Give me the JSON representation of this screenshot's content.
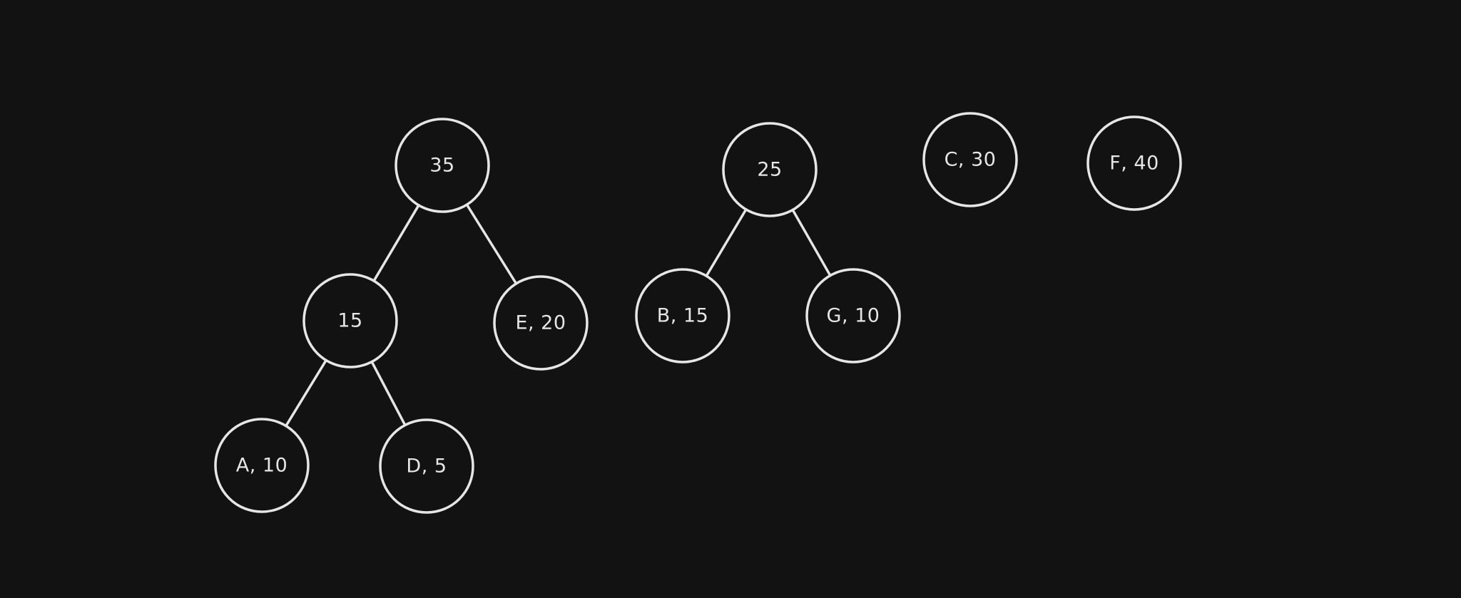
{
  "diagram": {
    "colors": {
      "background": "#121212",
      "stroke": "#e6e6e6",
      "text": "#e6e6e6"
    },
    "nodes": [
      {
        "id": "n35",
        "label": "35"
      },
      {
        "id": "n15",
        "label": "15"
      },
      {
        "id": "nE20",
        "label": "E, 20"
      },
      {
        "id": "nA10",
        "label": "A, 10"
      },
      {
        "id": "nD5",
        "label": "D, 5"
      },
      {
        "id": "n25",
        "label": "25"
      },
      {
        "id": "nB15",
        "label": "B, 15"
      },
      {
        "id": "nG10",
        "label": "G, 10"
      },
      {
        "id": "nC30",
        "label": "C, 30"
      },
      {
        "id": "nF40",
        "label": "F, 40"
      }
    ],
    "edges": [
      {
        "from": "n35",
        "to": "n15"
      },
      {
        "from": "n35",
        "to": "nE20"
      },
      {
        "from": "n15",
        "to": "nA10"
      },
      {
        "from": "n15",
        "to": "nD5"
      },
      {
        "from": "n25",
        "to": "nB15"
      },
      {
        "from": "n25",
        "to": "nG10"
      }
    ]
  }
}
